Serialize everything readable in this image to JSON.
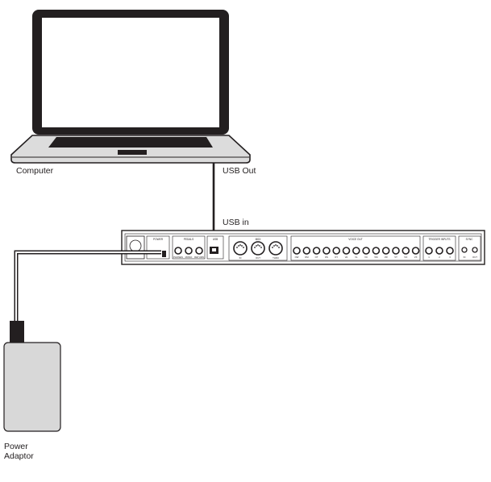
{
  "labels": {
    "computer": "Computer",
    "usb_out": "USB Out",
    "usb_in": "USB in",
    "power_adaptor": "Power Adaptor"
  },
  "device": {
    "sections": [
      "POWER",
      "PEDALS",
      "USB",
      "MIDI",
      "VOICE OUT",
      "TRIGGER INPUTS",
      "SYNC"
    ],
    "pedal_jacks": [
      "PHONES",
      "MONO",
      "RETURN"
    ],
    "midi_ports": [
      "IN",
      "OUT",
      "THRU"
    ],
    "voice_out_jacks": [
      "OW",
      "OM",
      "OT",
      "OS",
      "OY",
      "VA",
      "VL",
      "VC",
      "VM",
      "VR",
      "VT",
      "VO",
      "VX"
    ],
    "trigger_jacks": [
      "1",
      "2",
      "3"
    ],
    "sync_jacks": [
      "IN",
      "OUT"
    ]
  },
  "colors": {
    "line": "#231f20",
    "device_fill": "#ffffff",
    "screen": "#ffffff",
    "adaptor_fill": "#d8d8d8"
  }
}
